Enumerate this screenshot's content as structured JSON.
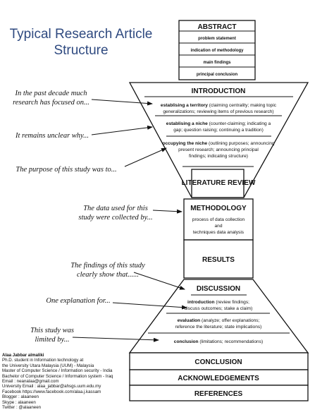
{
  "title": {
    "line1": "Typical Research Article",
    "line2": "Structure"
  },
  "abstract": {
    "heading": "ABSTRACT",
    "items": [
      "problem statement",
      "indication of methodology",
      "main findings",
      "principal conclusion"
    ]
  },
  "introduction": {
    "heading": "INTRODUCTION",
    "moves": [
      {
        "label": "establising a territory",
        "rest": " (claiming centrality; making topic",
        "line2": "generalizations; reviewing items of previous research)"
      },
      {
        "label": "establising a niche",
        "rest": " (counter-claiming; indicating a",
        "line2": "gap; question raising; continuing a tradition)"
      },
      {
        "label": "occupying the niche",
        "rest": " (outlining purposes; announcing",
        "line2": "present research; announcing principal",
        "line3": "findings; indicating structure)"
      }
    ]
  },
  "literature_review": {
    "heading": "LITERATURE REVIEW"
  },
  "methodology": {
    "heading": "METHODOLOGY",
    "lines": [
      "process of data collection",
      "and",
      "techniques data analysis"
    ]
  },
  "results": {
    "heading": "RESULTS"
  },
  "discussion": {
    "heading": "DISCUSSION",
    "items": [
      {
        "label": "introduction",
        "rest": " (review findings;",
        "line2": "discuss outcomes; stake a claim)"
      },
      {
        "label": "evaluation",
        "rest": " (analyze; offer explanations;",
        "line2": "reference the literature; state implications)"
      },
      {
        "label": "conclusion",
        "rest": " (limitations; recommendations)"
      }
    ]
  },
  "conclusion": {
    "heading": "CONCLUSION"
  },
  "acknowledgements": {
    "heading": "ACKNOWLEDGEMENTS"
  },
  "references": {
    "heading": "REFERENCES"
  },
  "notes": [
    {
      "line1": "In the past decade much",
      "line2": "research has focused on..."
    },
    {
      "line1": "It remains unclear why..."
    },
    {
      "line1": "The purpose of this study was to..."
    },
    {
      "line1": "The data used for this",
      "line2": "study were collected by..."
    },
    {
      "line1": "The findings of this study",
      "line2": "clearly show that......"
    },
    {
      "line1": "One explanation for..."
    },
    {
      "line1": "This study was",
      "line2": "limited by..."
    }
  ],
  "author": {
    "name": "Alaa Jabbar almaliki",
    "lines": [
      "Ph.D. student in Information technology at",
      "the University Utara Malaysia (UUM) - Malaysia",
      "Master of Computer Science / Information security - India",
      "Bachelor of Computer Science / Information system - Iraq",
      "Email : neanalaa@gmail.com",
      " University Email : alaa_jabbar@ahsgs.uum.edu.my",
      "Facebook https://www.facebook.com/alaa.j.kassam",
      "Blogger     : alaaneen",
      "Skype       : alaaneen",
      "Twitter     : @alaaneen"
    ]
  }
}
